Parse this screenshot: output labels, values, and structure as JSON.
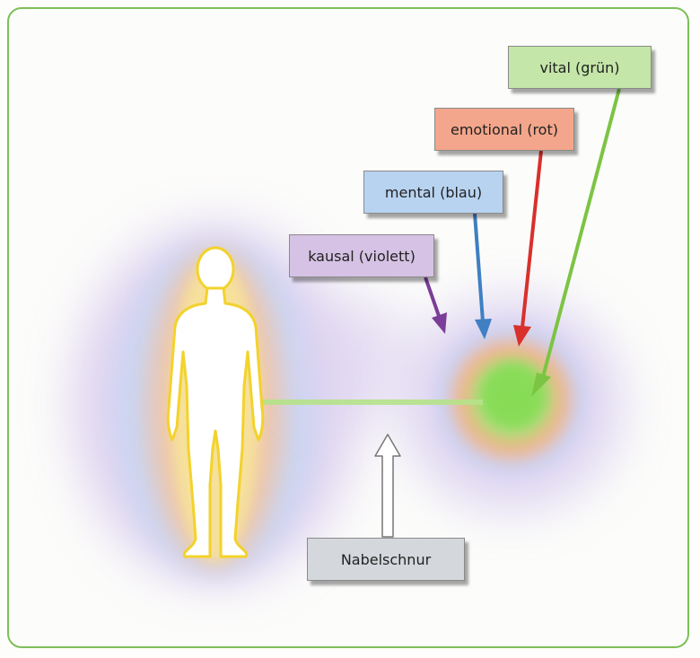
{
  "labels": {
    "vital": "vital (grün)",
    "emotional": "emotional (rot)",
    "mental": "mental (blau)",
    "kausal": "kausal (violett)",
    "nabelschnur": "Nabelschnur"
  },
  "colors": {
    "frame": "#7cbf57",
    "vital_box": "#c4e6a8",
    "vital_arrow": "#7cc443",
    "emotional_box": "#f3a68b",
    "emotional_arrow": "#d9302b",
    "mental_box": "#b8d3f0",
    "mental_arrow": "#3f7fc2",
    "kausal_box": "#d6c2e4",
    "kausal_arrow": "#7b3d98",
    "nabelschnur_box": "#d4d7dc",
    "cord": "#b6e38a",
    "body_outline": "#f3d22b"
  }
}
